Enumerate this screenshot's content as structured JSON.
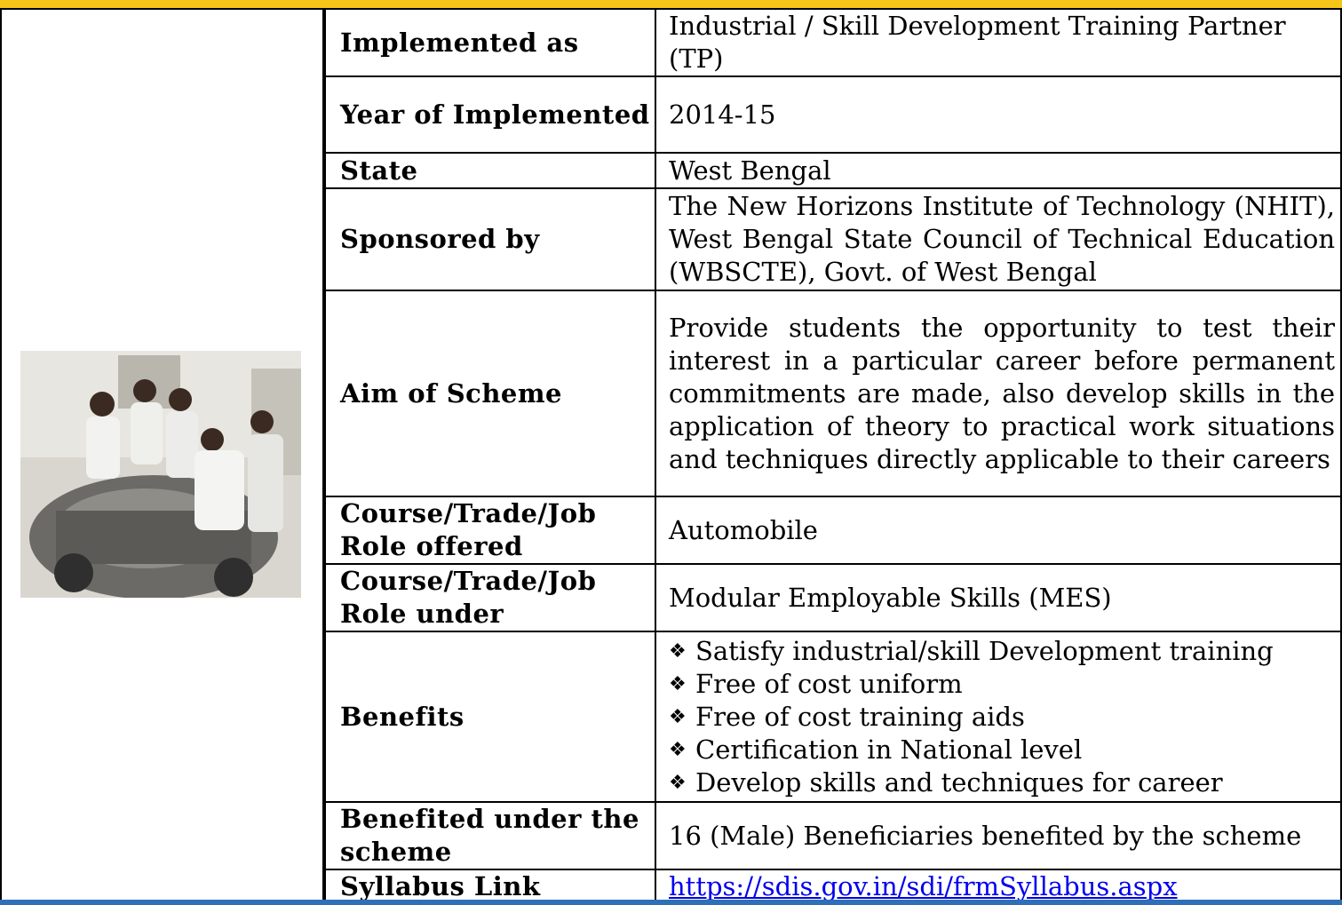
{
  "table": {
    "rows": [
      {
        "label": "Implemented as",
        "value": "Industrial / Skill Development Training Partner (TP)"
      },
      {
        "label": "Year of Implemented",
        "value": "2014-15"
      },
      {
        "label": "State",
        "value": "West Bengal"
      },
      {
        "label": "Sponsored by",
        "value": "The New Horizons Institute of Technology (NHIT), West Bengal State Council of Technical Education (WBSCTE), Govt. of West Bengal"
      },
      {
        "label": "Aim of Scheme",
        "value": "Provide students the opportunity to test their interest in a particular career before permanent commitments are made, also develop skills in the application of theory to practical work situations and techniques directly applicable to their careers"
      },
      {
        "label": "Course/Trade/Job Role offered",
        "value": "Automobile"
      },
      {
        "label": "Course/Trade/Job Role under",
        "value": "Modular Employable Skills (MES)"
      },
      {
        "label": "Benefits",
        "bullets": [
          "Satisfy industrial/skill Development training",
          "Free of cost uniform",
          "Free of cost training aids",
          "Certification in National level",
          "Develop skills and techniques for career"
        ]
      },
      {
        "label": "Benefited under the scheme",
        "value": "16 (Male) Beneficiaries benefited by the scheme"
      },
      {
        "label": "Syllabus Link",
        "value": "https://sdis.gov.in/sdi/frmSyllabus.aspx"
      }
    ]
  },
  "bullet_icon": "four-diamond-bullet-icon",
  "colors": {
    "header_band": "#f5c518",
    "bottom_band": "#2e6fb8",
    "link": "#0000ee"
  }
}
